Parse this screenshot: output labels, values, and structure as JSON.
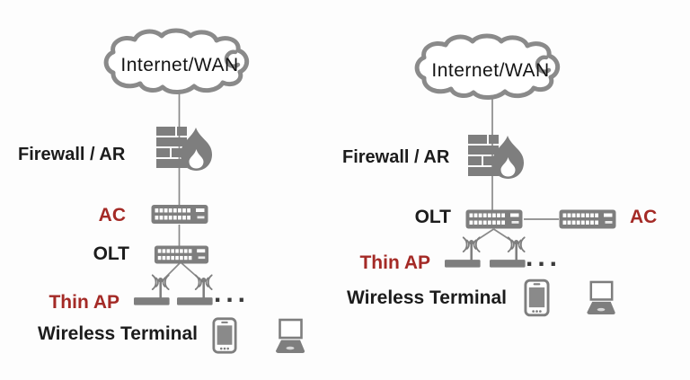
{
  "colors": {
    "accent_red": "#a42a26",
    "icon_gray": "#7e7e7e",
    "line_gray": "#8a8a8a",
    "text_black": "#1c1c1c"
  },
  "icons": {
    "cloud": "cloud-icon",
    "firewall": "firewall-brick-flame-icon",
    "switch": "network-switch-icon",
    "access_point": "wireless-ap-icon",
    "smartphone": "smartphone-icon",
    "laptop": "laptop-icon"
  },
  "topologies": {
    "left": {
      "internet_label": "Internet/WAN",
      "firewall_label": "Firewall / AR",
      "ac_label": "AC",
      "olt_label": "OLT",
      "thin_ap_label": "Thin AP",
      "more_aps": "...",
      "wireless_terminal_label": "Wireless Terminal"
    },
    "right": {
      "internet_label": "Internet/WAN",
      "firewall_label": "Firewall / AR",
      "olt_label": "OLT",
      "ac_label": "AC",
      "thin_ap_label": "Thin AP",
      "more_aps": "...",
      "wireless_terminal_label": "Wireless Terminal"
    }
  }
}
